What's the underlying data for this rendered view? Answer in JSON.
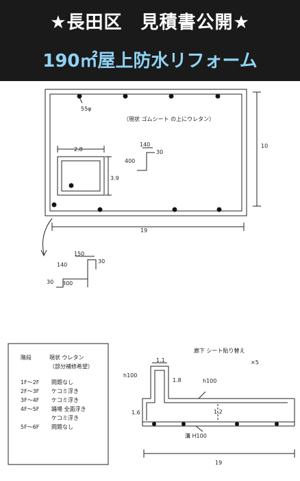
{
  "header": {
    "line1": "★長田区　見積書公開★",
    "line2": "190㎡屋上防水リフォーム"
  },
  "roof_plan": {
    "drain_label": "55φ",
    "note": "（現状 ゴムシート の上にウレタン）",
    "dim_width": "19",
    "dim_height": "10",
    "box_width": "2.8",
    "box_height": "3.9",
    "step_top": "140",
    "step_right": "30",
    "step_left": "400"
  },
  "parapet_detail": {
    "dim_top": "150",
    "dim_right": "30",
    "dim_left": "140",
    "dim_bottom_left": "30",
    "dim_bottom": "300"
  },
  "legend": {
    "col1": "階段",
    "col2": "現状 ウレタン",
    "col2_sub": "（部分補修希望）",
    "rows": [
      {
        "floor": "1F～2F",
        "status": "問題なし"
      },
      {
        "floor": "2F～3F",
        "status": "ケコミ浮き"
      },
      {
        "floor": "3F～4F",
        "status": "ケコミ浮き"
      },
      {
        "floor": "4F～5F",
        "status": "踊場 全面浮き"
      },
      {
        "floor": "",
        "status": "ケコミ浮き"
      },
      {
        "floor": "5F～6F",
        "status": "問題なし"
      }
    ]
  },
  "corridor": {
    "title": "廊下 シート貼り替え",
    "multiplier": "×5",
    "dim_top": "1.1",
    "dim_h100_left": "h100",
    "dim_1_8": "1.8",
    "dim_h100_right": "h100",
    "dim_1_6": "1.6",
    "dim_1_2": "1.2",
    "gutter": "溝 H100",
    "dim_length": "19"
  }
}
